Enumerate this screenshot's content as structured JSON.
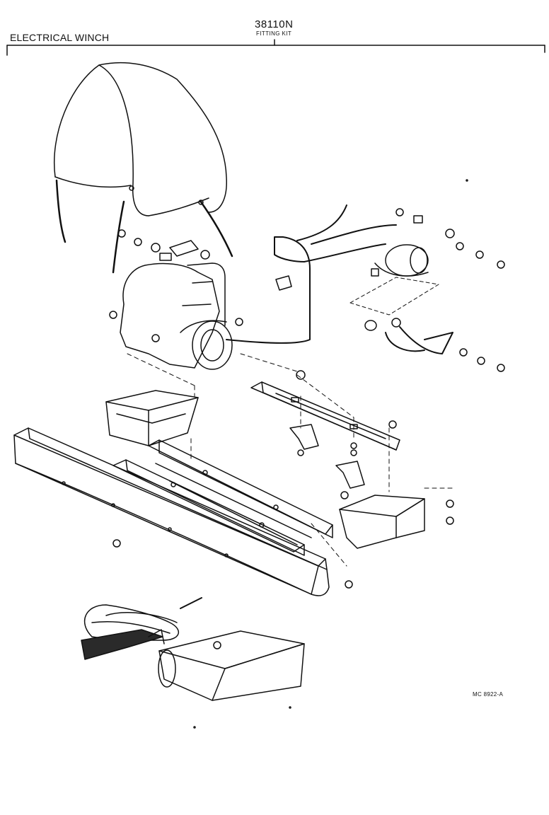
{
  "header": {
    "title": "ELECTRICAL WINCH",
    "part_number": "38110N",
    "kit_label": "FITTING KIT"
  },
  "footer": {
    "figure_code": "MC 8922-A"
  },
  "colors": {
    "ink": "#111111",
    "paper": "#ffffff",
    "shade": "#2a2a2a"
  },
  "icons": [
    "cover-icon",
    "winch-motor-icon",
    "solenoid-icon",
    "bracket-icon",
    "bumper-icon",
    "remote-control-icon",
    "storage-case-icon",
    "bolt-icon",
    "nut-icon"
  ]
}
